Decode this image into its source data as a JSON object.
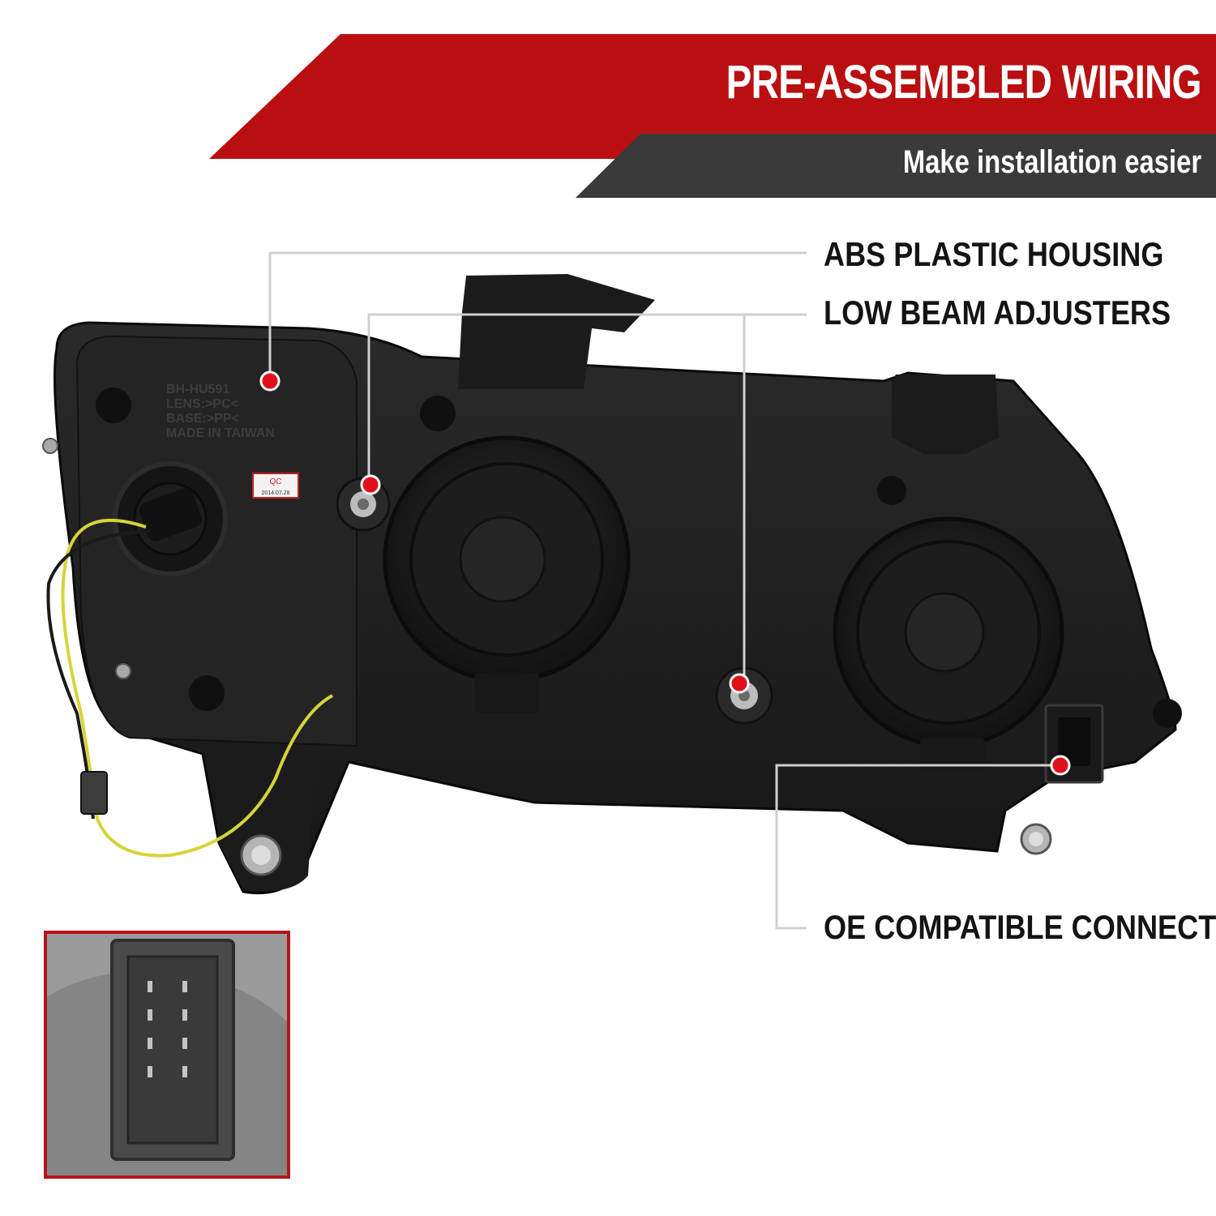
{
  "header": {
    "title": "PRE-ASSEMBLED WIRING",
    "subtitle": "Make installation easier"
  },
  "callouts": {
    "housing": "ABS PLASTIC HOUSING",
    "adjusters": "LOW BEAM ADJUSTERS",
    "connector": "OE COMPATIBLE CONNECTOR"
  },
  "housing_labels": {
    "part_no": "BH-HU591",
    "lens": "LENS:>PC<",
    "base": "BASE:>PP<",
    "origin": "MADE IN TAIWAN",
    "qc": "QC",
    "qc_date": "2014.07.28"
  },
  "colors": {
    "banner_red": "#b90f10",
    "banner_dark": "#3a3a3a",
    "marker_red": "#e0101a",
    "housing": "#1e1e1e",
    "wire_yellow": "#d6d43a"
  }
}
